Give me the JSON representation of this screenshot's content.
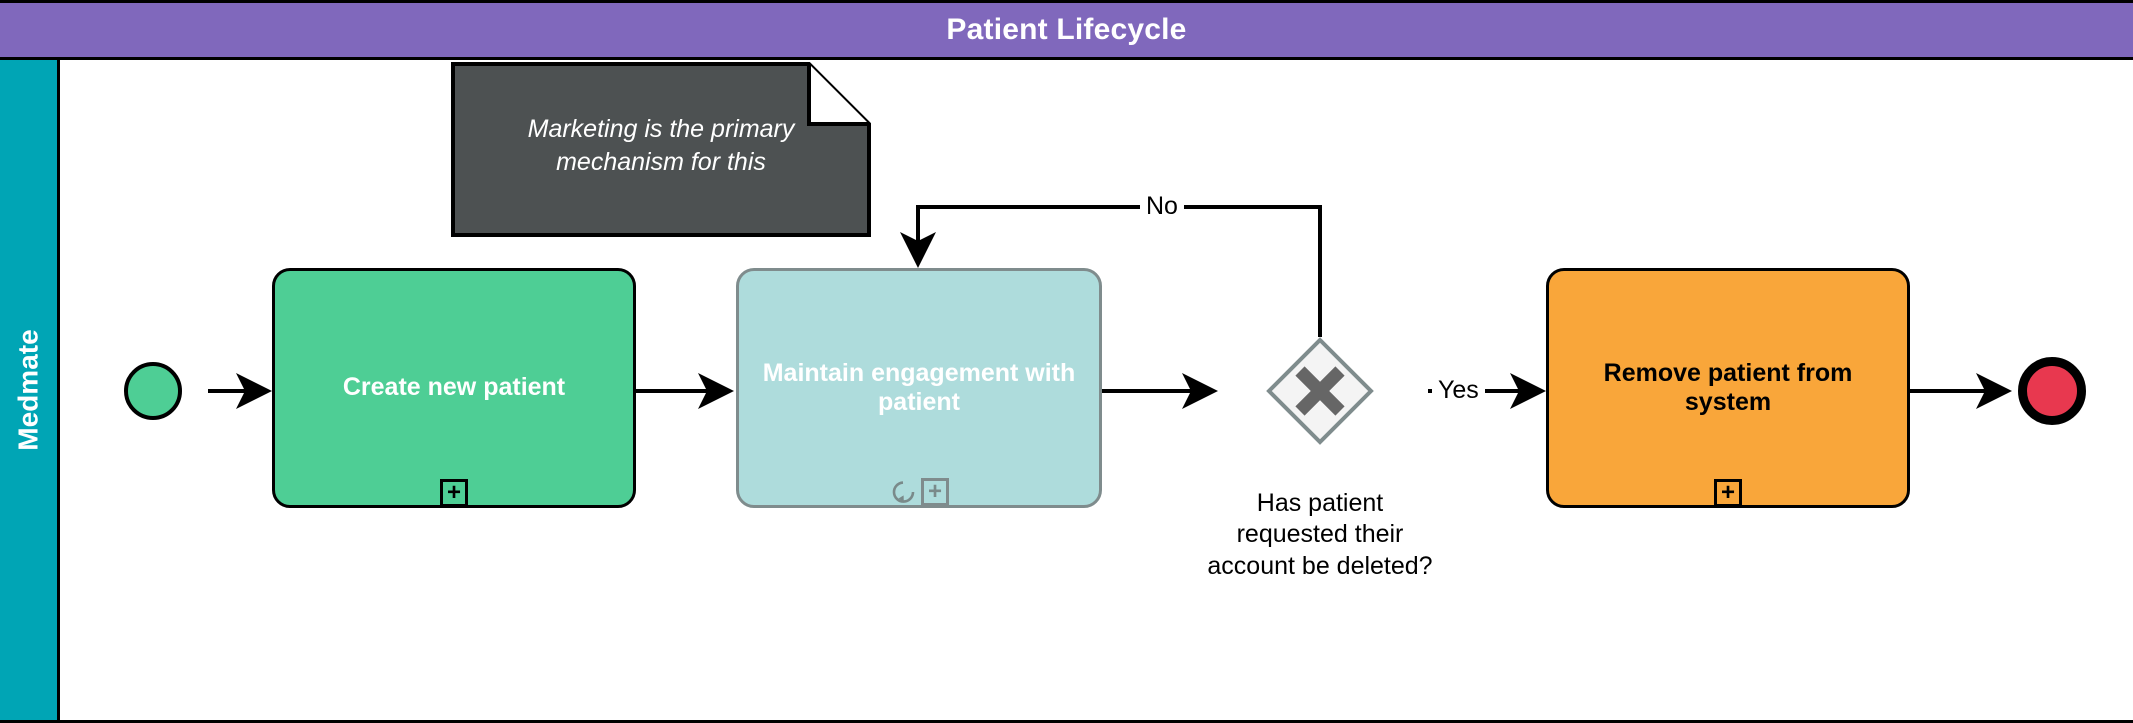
{
  "pool": {
    "title": "Patient Lifecycle",
    "header_color": "#8068BC",
    "lane": {
      "label": "Medmate",
      "header_color": "#00A5B5"
    }
  },
  "diagram": {
    "type": "bpmn-process",
    "nodes": [
      {
        "id": "start",
        "kind": "start-event",
        "label": "",
        "fill": "#4ECE95",
        "stroke": "#000000"
      },
      {
        "id": "create-new-patient",
        "kind": "sub-process-task",
        "label": "Create new patient",
        "fill": "#4ECE95",
        "stroke": "#000000",
        "text_color": "#ffffff",
        "markers": [
          "sub-process-plus"
        ]
      },
      {
        "id": "maintain-engagement",
        "kind": "sub-process-task",
        "label": "Maintain engagement with patient",
        "fill": "#AEDCDC",
        "stroke": "#7f8c8d",
        "text_color": "#ffffff",
        "markers": [
          "loop",
          "sub-process-plus"
        ]
      },
      {
        "id": "deletion-gateway",
        "kind": "exclusive-gateway",
        "label": "Has patient\nrequested their\naccount be deleted?",
        "fill": "#F4F4F4",
        "stroke": "#7f8c8d",
        "symbol": "X",
        "symbol_color": "#666666"
      },
      {
        "id": "remove-patient",
        "kind": "sub-process-task",
        "label": "Remove patient from system",
        "fill": "#F9A63A",
        "stroke": "#000000",
        "text_color": "#000000",
        "markers": [
          "sub-process-plus"
        ]
      },
      {
        "id": "end",
        "kind": "end-event",
        "label": "",
        "fill": "#E8384F",
        "stroke": "#000000"
      }
    ],
    "edges": [
      {
        "from": "start",
        "to": "create-new-patient",
        "label": ""
      },
      {
        "from": "create-new-patient",
        "to": "maintain-engagement",
        "label": ""
      },
      {
        "from": "maintain-engagement",
        "to": "deletion-gateway",
        "label": ""
      },
      {
        "from": "deletion-gateway",
        "to": "remove-patient",
        "label": "Yes"
      },
      {
        "from": "deletion-gateway",
        "to": "maintain-engagement",
        "label": "No"
      },
      {
        "from": "remove-patient",
        "to": "end",
        "label": ""
      }
    ],
    "annotations": [
      {
        "id": "marketing-note",
        "kind": "text-annotation",
        "text_line_1": "Marketing is the primary",
        "text_line_2": "mechanism for this",
        "fill": "#4D5152",
        "text_color": "#ffffff"
      }
    ]
  },
  "labels": {
    "gateway_caption": "Has patient\nrequested their\naccount be deleted?",
    "yes": "Yes",
    "no": "No",
    "plus_marker": "+"
  }
}
